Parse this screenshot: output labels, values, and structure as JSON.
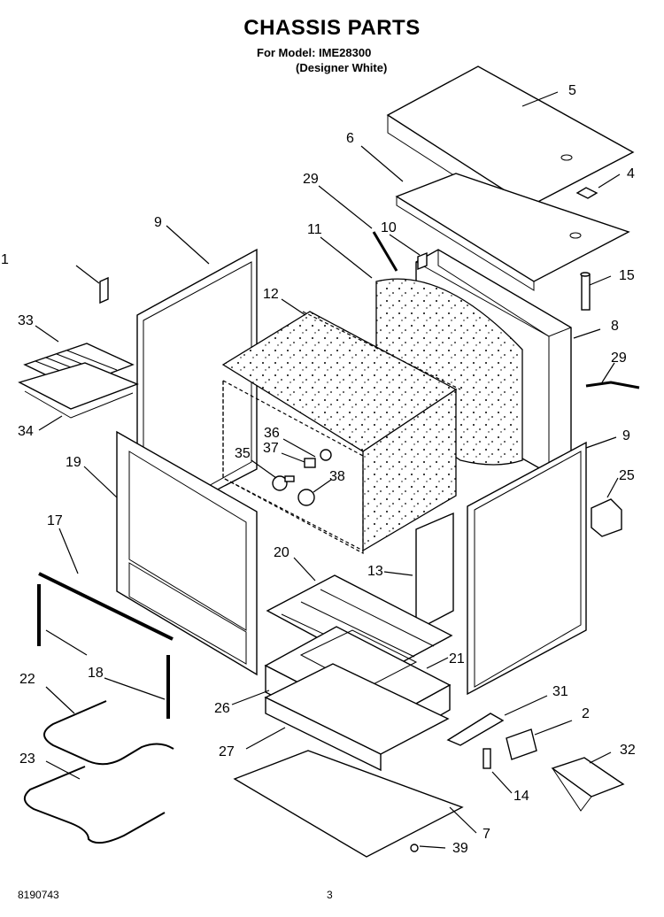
{
  "header": {
    "title": "CHASSIS PARTS",
    "model_line": "For Model: IME28300",
    "color_line": "(Designer White)"
  },
  "footer": {
    "doc_number": "8190743",
    "page_number": "3"
  },
  "callouts": {
    "c1": "1",
    "c2": "2",
    "c4": "4",
    "c5": "5",
    "c6": "6",
    "c7": "7",
    "c8": "8",
    "c9a": "9",
    "c9b": "9",
    "c10": "10",
    "c11": "11",
    "c12": "12",
    "c13": "13",
    "c14": "14",
    "c15": "15",
    "c17": "17",
    "c18": "18",
    "c19": "19",
    "c20": "20",
    "c21": "21",
    "c22": "22",
    "c23": "23",
    "c25": "25",
    "c26": "26",
    "c27": "27",
    "c29a": "29",
    "c29b": "29",
    "c31": "31",
    "c32": "32",
    "c33": "33",
    "c34": "34",
    "c35": "35",
    "c36": "36",
    "c37": "37",
    "c38": "38",
    "c39": "39"
  }
}
